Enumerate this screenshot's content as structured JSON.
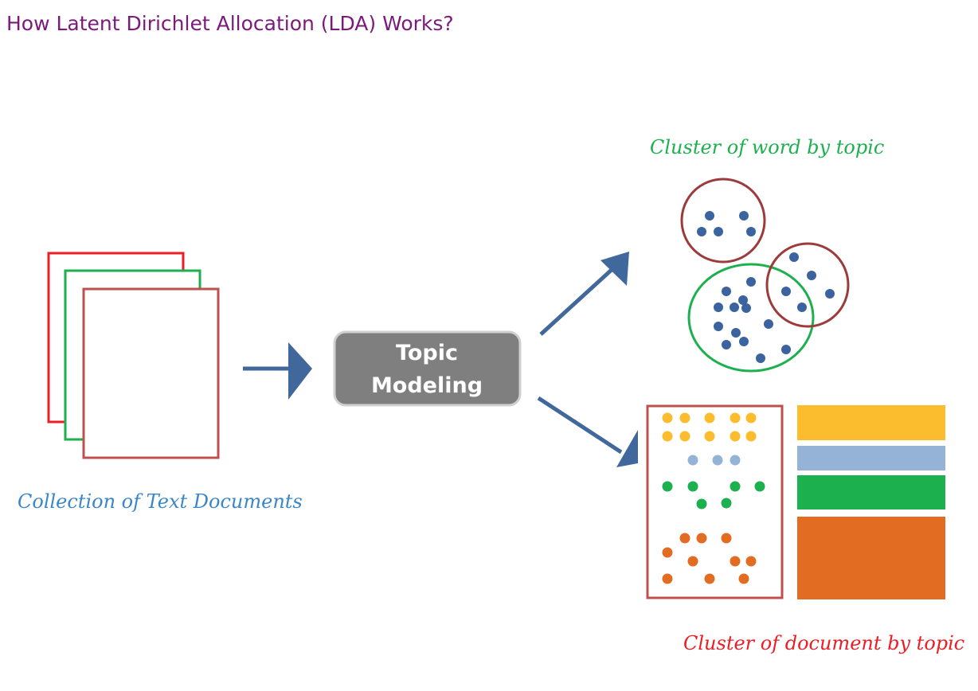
{
  "page": {
    "heading": "How Latent Dirichlet Allocation (LDA) Works?"
  },
  "diagram": {
    "documents_label": "Collection of Text Documents",
    "process_line1": "Topic",
    "process_line2": "Modeling",
    "word_cluster_label": "Cluster of word by topic",
    "doc_cluster_label": "Cluster of document by topic",
    "icons": [
      "document-stack-icon",
      "right-arrow-icon",
      "diagonal-arrow-icon"
    ]
  },
  "colors": {
    "heading": "#7b1a7b",
    "doc_red": "#ee1c25",
    "doc_green": "#1db04f",
    "doc_brown": "#c0504d",
    "arrow": "#41689c",
    "process_fill": "#7f7f7f",
    "process_border": "#d0d0d0",
    "process_text": "#ffffff",
    "word_dot": "#3b63a0",
    "cluster_brown": "#9c3b3b",
    "cluster_green": "#1db04f",
    "label_blue": "#3a86c8",
    "label_green": "#1db04f",
    "label_red": "#ee1c25",
    "yellow": "#fbbc2d",
    "light_blue": "#95b3d7",
    "green": "#1db04f",
    "orange": "#e26c22"
  }
}
